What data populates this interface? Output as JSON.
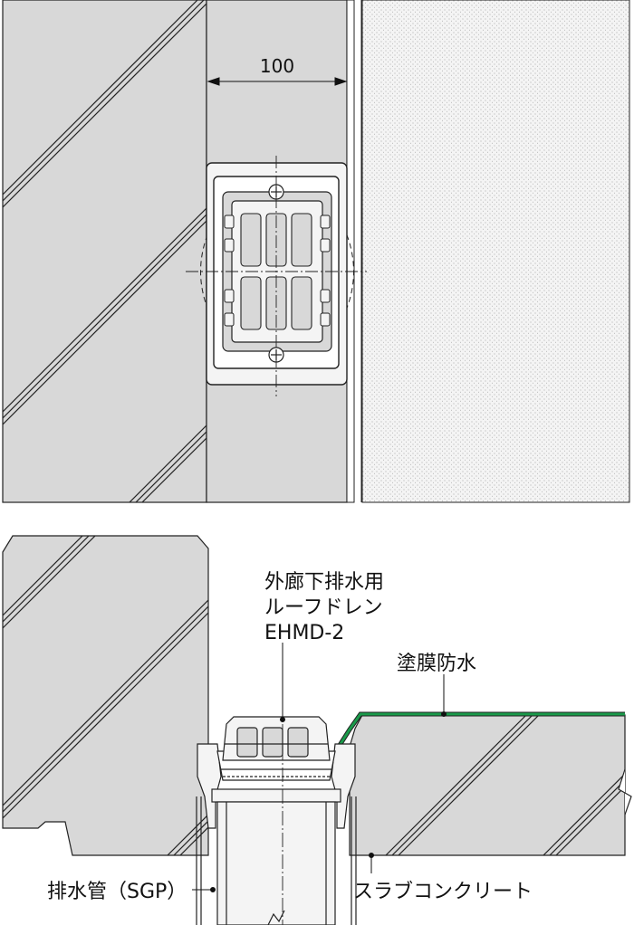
{
  "plan_view": {
    "dimension_label": "100"
  },
  "section_view": {
    "drain_label_lines": [
      "外廊下排水用",
      "ルーフドレン",
      "EHMD-2"
    ],
    "waterproof_label": "塗膜防水",
    "pipe_label": "排水管（SGP）",
    "slab_label": "スラブコンクリート"
  },
  "colors": {
    "concrete": "#d8d8d8",
    "line": "#222222",
    "membrane": "#1a9a4a",
    "plaster_dots": "#9a9a9a"
  }
}
